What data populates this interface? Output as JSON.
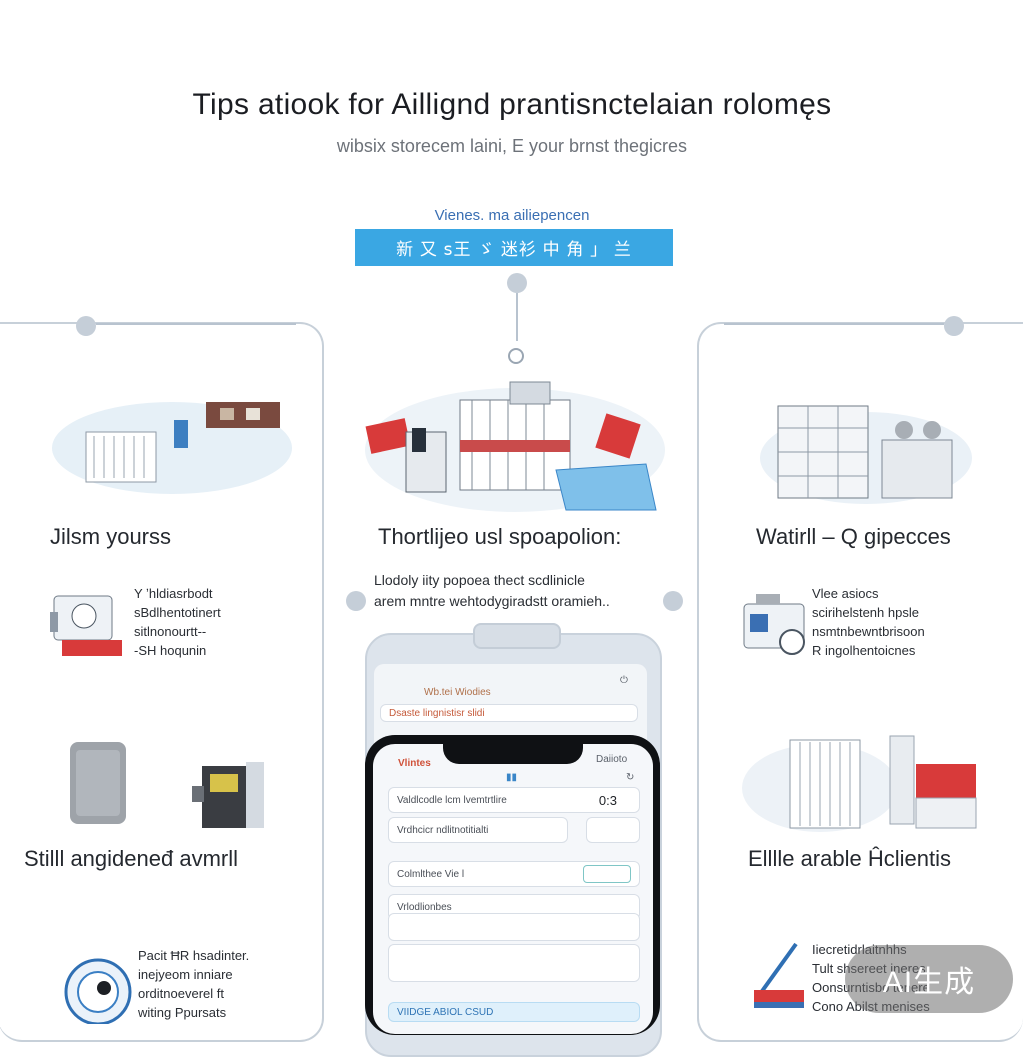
{
  "header": {
    "title": "Tips atiook for Aillignd prantisnctelaian rolomęs",
    "subtitle": "wibsix storecem laini, E your brnst thegicres"
  },
  "banner": {
    "caption": "Vienes. ma ailiepencen",
    "label": "新 又 ꜱ王 ゞ 迷衫 中 角 」 兰"
  },
  "left": {
    "heading": "Jilsm yourss",
    "block1": "Y ʼhldiasrbodt\nsBdlhentotinert\nsitlnonourtt--\n-SH hoqunin",
    "heading2": "Stilll angideneđ avmrll",
    "block2": "Pacit ĦR hsadinter.\ninejyeom inniare\norditnoeverel ft\nwiting Ppursats"
  },
  "center": {
    "heading": "Thortlijeo usl spoapolion:",
    "text": "Llodoly iity popoea thect scdlinicle\narem mntre wehtodygiradstt oramieh..",
    "back_screen_title": "Wb.tei Wiodies",
    "back_screen_row": "Dsaste lingnistisr slidi",
    "phone_brand": "Vlintes",
    "phone_time": "Daiioto",
    "row1": "Valdlcodle lcm lvemtrtlire",
    "row1_value": "0:3",
    "row2": "Vrdhcicr ndlitnotitialti",
    "row3": "Colmlthee Vie l",
    "row4": "Vrlodlionbes",
    "row5": "",
    "row6": "",
    "bottom_button": "VIIDGE ABIOL CSUD"
  },
  "right": {
    "heading": "Watirll – Q gipecces",
    "block1": "Vlee asiocs\nscirihelstenh hpsle\nnsmtnbewntbrisoon\nR ingolhentoicnes",
    "heading2": "Elllle arable  Ĥclientis",
    "block2": "Iiecretidrlaitnhhs\nTult shsereet ineres\nOonsurntisbo tenere\nCono Abilst menises"
  },
  "watermark": "AI生成",
  "colors": {
    "banner": "#3aa7e3",
    "accent_red": "#d83a3a",
    "panel_border": "#c7d0d9"
  }
}
